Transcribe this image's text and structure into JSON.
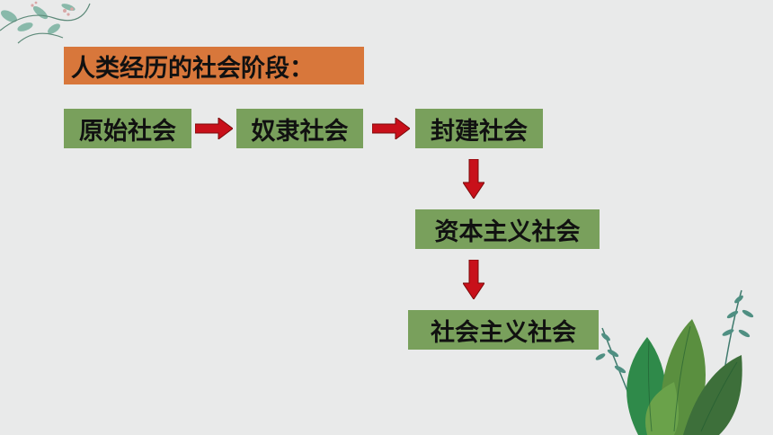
{
  "title": "人类经历的社会阶段：",
  "stages": [
    {
      "label": "原始社会"
    },
    {
      "label": "奴隶社会"
    },
    {
      "label": "封建社会"
    },
    {
      "label": "资本主义社会"
    },
    {
      "label": "社会主义社会"
    }
  ],
  "colors": {
    "background": "#e9eaea",
    "title_fill": "#d8773b",
    "stage_fill": "#79a05c",
    "arrow_fill": "#c8101a"
  },
  "decorations": [
    "leaf-plant-decoration-top-left",
    "leaf-plant-decoration-bottom-right"
  ]
}
